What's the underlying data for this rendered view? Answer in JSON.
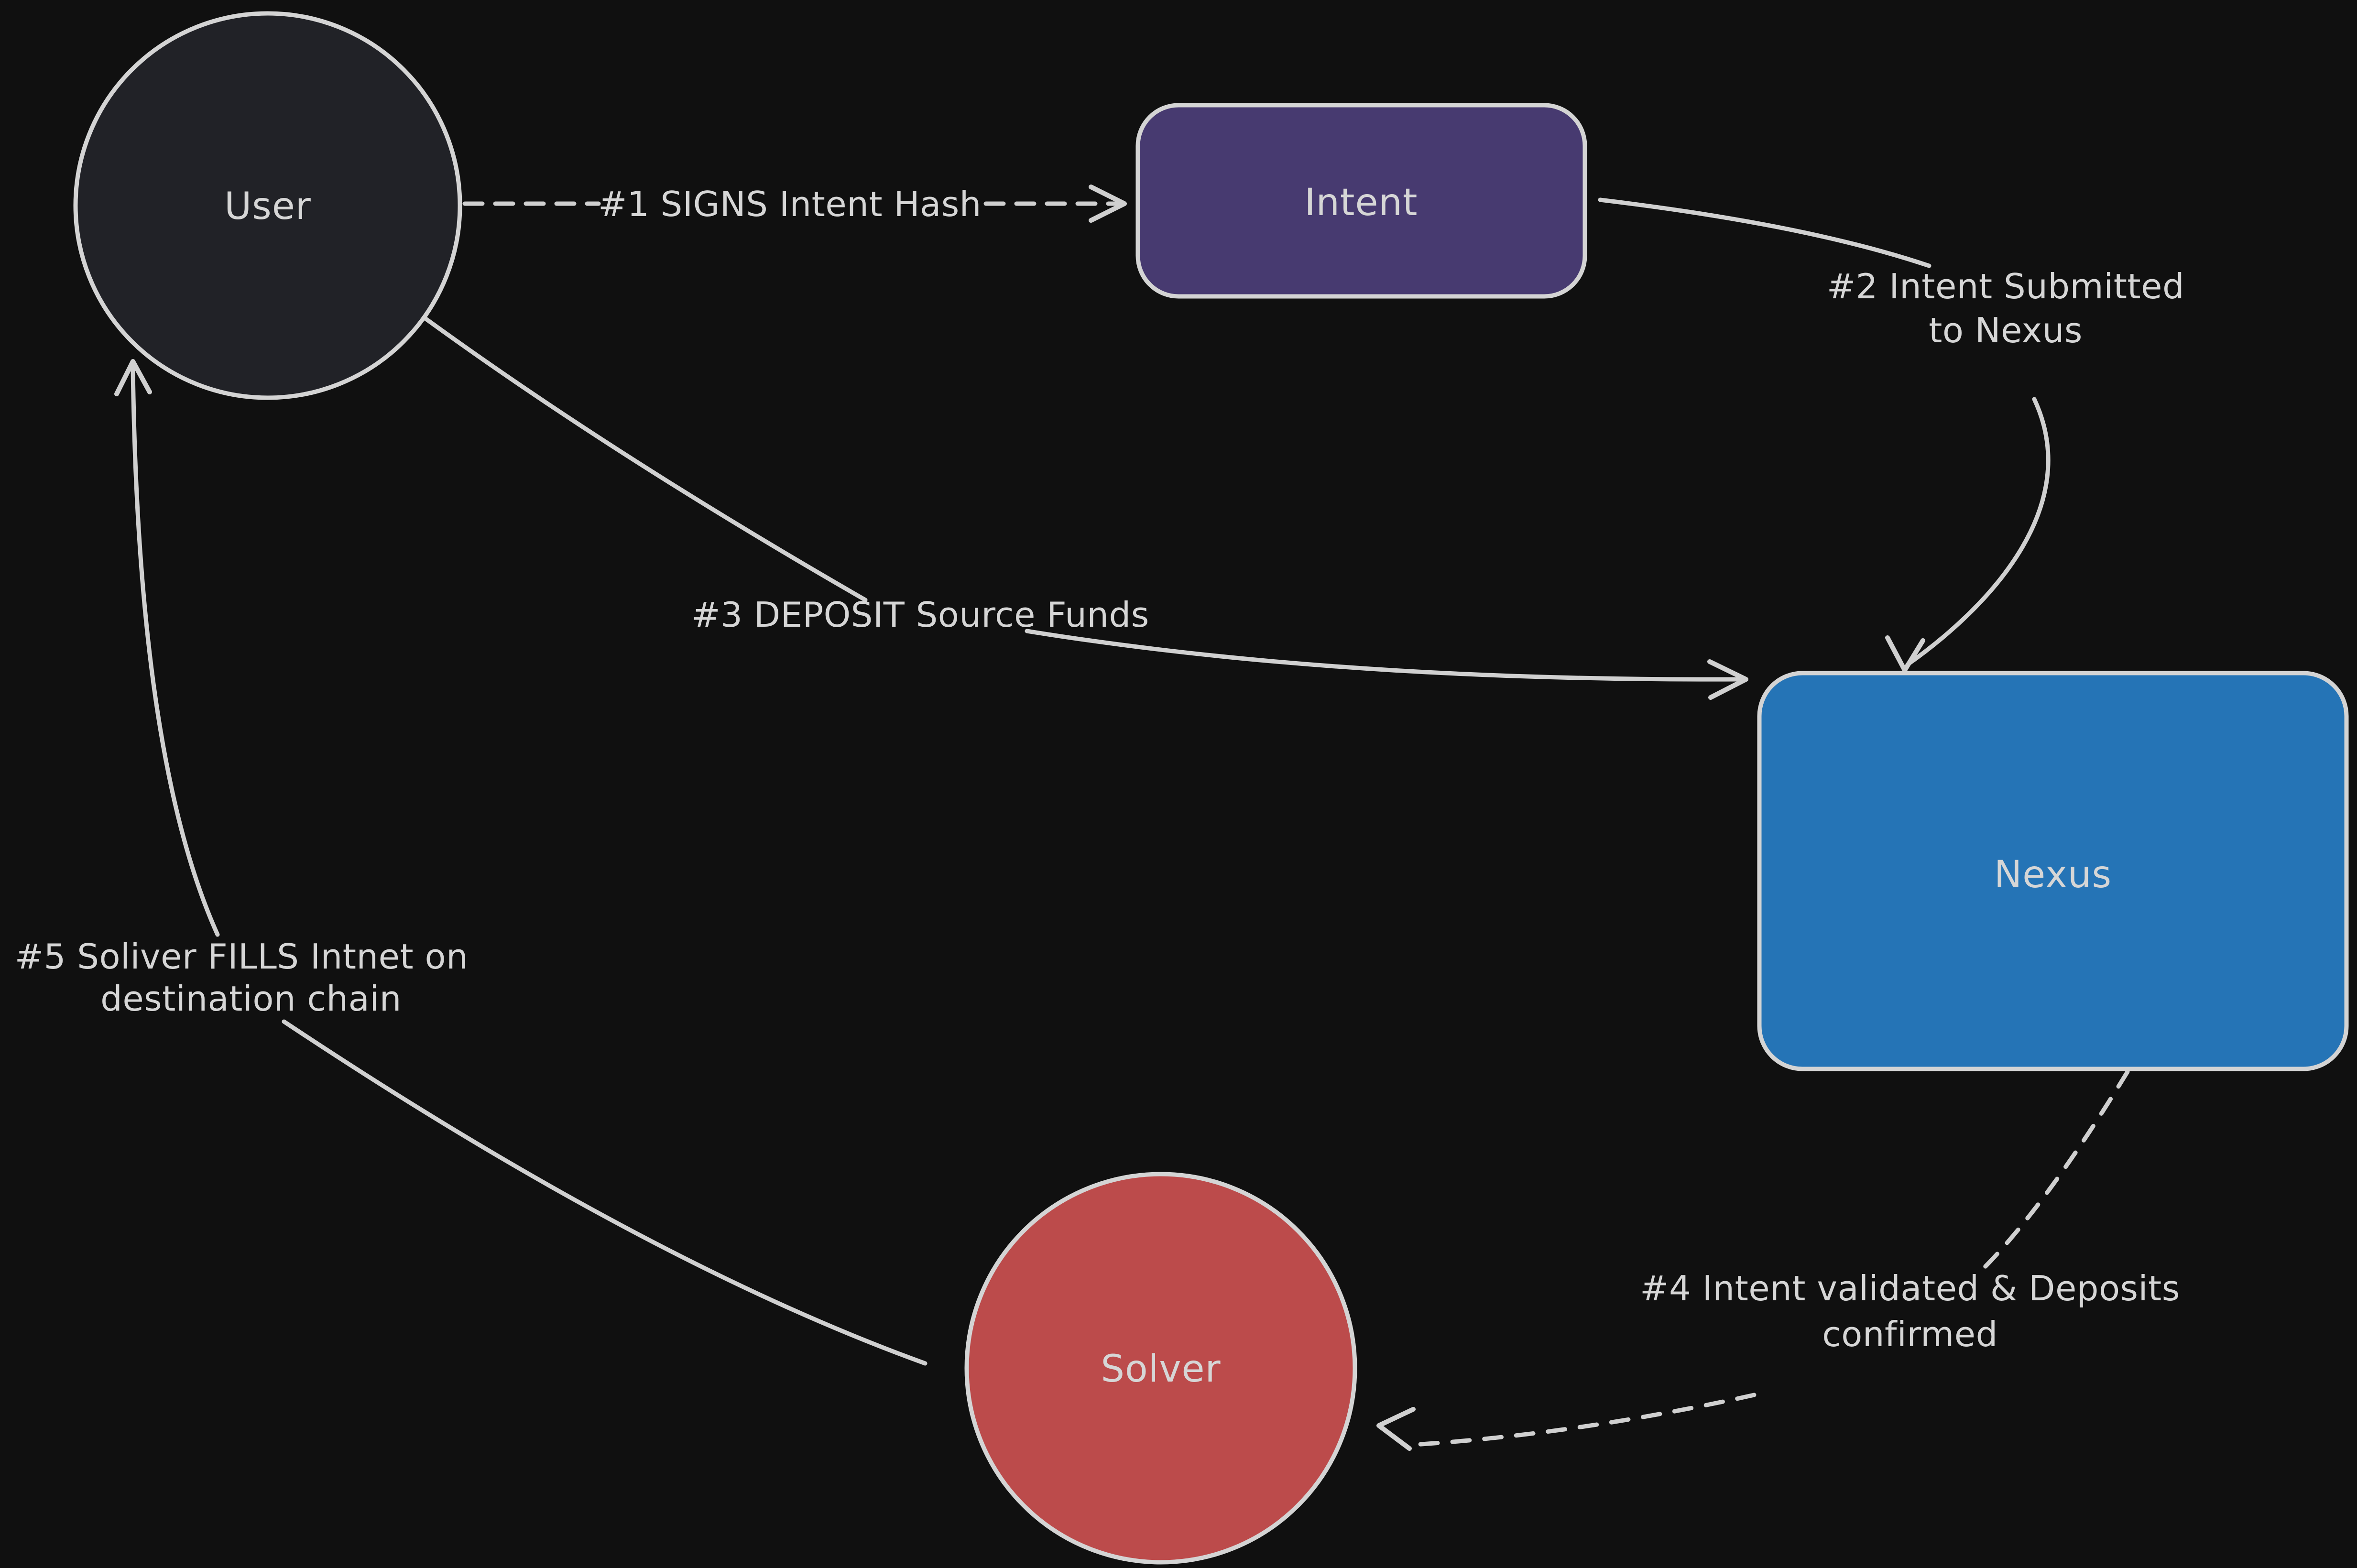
{
  "canvas": {
    "background": "#101010"
  },
  "colors": {
    "background": "#101010",
    "stroke": "#d2d2d2",
    "text": "#d6d6d6",
    "user_fill": "#212227",
    "intent_fill": "#473a70",
    "nexus_fill": "#2574b6",
    "solver_fill": "#bc4b4b"
  },
  "nodes": {
    "user": {
      "label": "User",
      "shape": "circle",
      "fill": "#212227"
    },
    "intent": {
      "label": "Intent",
      "shape": "rectangle",
      "fill": "#473a70"
    },
    "nexus": {
      "label": "Nexus",
      "shape": "rectangle",
      "fill": "#2574b6"
    },
    "solver": {
      "label": "Solver",
      "shape": "circle",
      "fill": "#bc4b4b"
    }
  },
  "edges": {
    "e1": {
      "from": "user",
      "to": "intent",
      "style": "dashed",
      "label": "#1 SIGNS Intent Hash"
    },
    "e2": {
      "from": "intent",
      "to": "nexus",
      "style": "solid",
      "label_line1": "#2 Intent Submitted",
      "label_line2": "to Nexus"
    },
    "e3": {
      "from": "user",
      "to": "nexus",
      "style": "solid",
      "label": "#3 DEPOSIT Source Funds"
    },
    "e4": {
      "from": "nexus",
      "to": "solver",
      "style": "dashed",
      "label_line1": "#4 Intent validated & Deposits",
      "label_line2": "confirmed"
    },
    "e5": {
      "from": "solver",
      "to": "user",
      "style": "solid",
      "label_line1": "#5 Soliver FILLS Intnet on",
      "label_line2": "destination chain"
    }
  }
}
